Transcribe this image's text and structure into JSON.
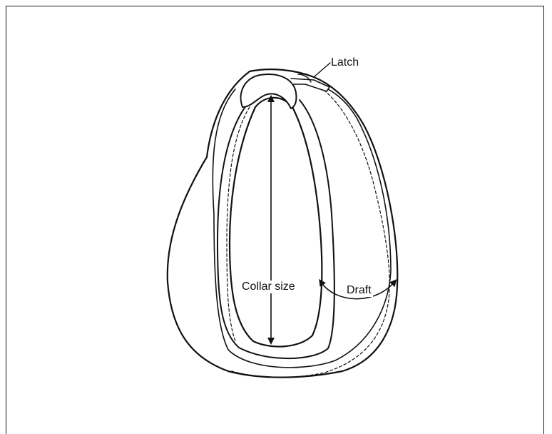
{
  "diagram": {
    "labels": {
      "latch": "Latch",
      "collar_size": "Collar size",
      "draft": "Draft"
    },
    "colors": {
      "line": "#111111",
      "background": "#ffffff"
    }
  }
}
